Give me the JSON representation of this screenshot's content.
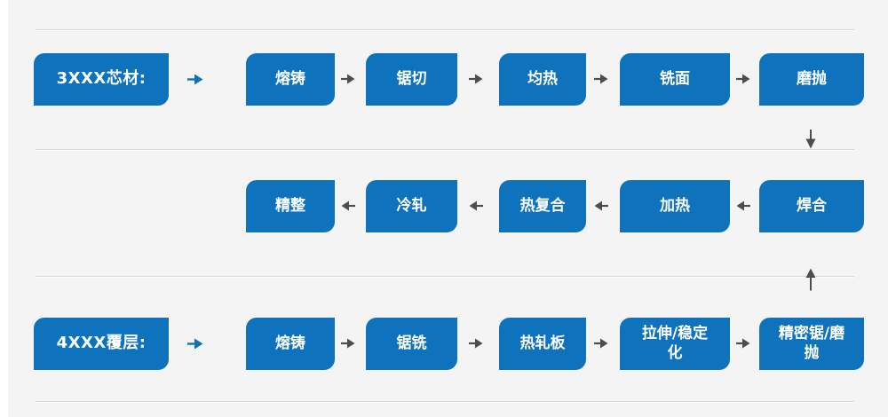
{
  "colors": {
    "box_blue": "#0e72bc",
    "arrow_gray": "#4d4d4d",
    "arrow_blue": "#0e72bc",
    "background": "#f4f4f4",
    "divider_line": "#d9d9d9",
    "box_text": "#ffffff"
  },
  "icons": {
    "right_arrow": "arrow-right-icon",
    "left_arrow": "arrow-left-icon",
    "down_arrow": "arrow-down-icon",
    "up_arrow": "arrow-up-icon"
  },
  "diagram": {
    "rows": [
      {
        "label": "3XXX芯材:",
        "direction": "left-to-right",
        "steps": [
          {
            "label": "熔铸"
          },
          {
            "label": "锯切"
          },
          {
            "label": "均热"
          },
          {
            "label": "铣面"
          },
          {
            "label": "磨抛"
          }
        ],
        "connector_out": "down-arrow"
      },
      {
        "direction": "right-to-left",
        "steps": [
          {
            "label": "精整"
          },
          {
            "label": "冷轧"
          },
          {
            "label": "热复合"
          },
          {
            "label": "加热"
          },
          {
            "label": "焊合"
          }
        ]
      },
      {
        "label": "4XXX覆层:",
        "direction": "left-to-right",
        "steps": [
          {
            "label": "熔铸"
          },
          {
            "label": "锯铣"
          },
          {
            "label": "热轧板"
          },
          {
            "label": "拉伸/稳定化"
          },
          {
            "label": "精密锯/磨抛"
          }
        ],
        "connector_out": "up-arrow"
      }
    ]
  }
}
